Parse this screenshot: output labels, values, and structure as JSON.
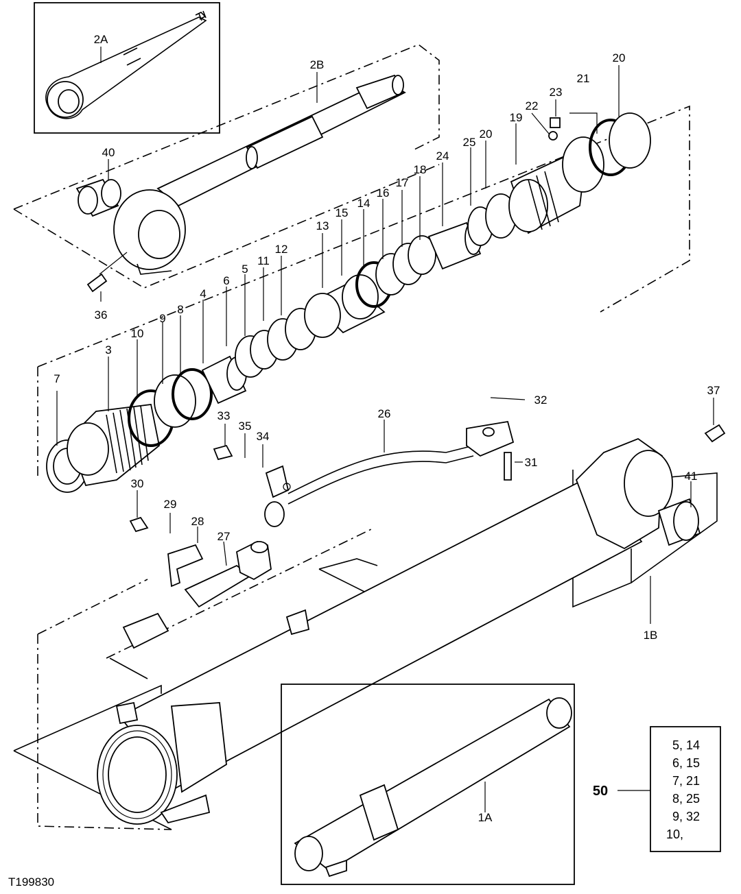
{
  "figure_id": "T199830",
  "labels": {
    "l2A": "2A",
    "l2B": "2B",
    "l40": "40",
    "l36": "36",
    "l23": "23",
    "l22": "22",
    "l21": "21",
    "l20a": "20",
    "l19": "19",
    "l20b": "20",
    "l25": "25",
    "l24": "24",
    "l18": "18",
    "l17": "17",
    "l16": "16",
    "l14": "14",
    "l15": "15",
    "l13": "13",
    "l12": "12",
    "l11": "11",
    "l5": "5",
    "l6": "6",
    "l4": "4",
    "l8": "8",
    "l9": "9",
    "l10": "10",
    "l3": "3",
    "l7": "7",
    "l26": "26",
    "l32": "32",
    "l37": "37",
    "l33": "33",
    "l35": "35",
    "l34": "34",
    "l31": "31",
    "l30": "30",
    "l29": "29",
    "l28": "28",
    "l27": "27",
    "l41": "41",
    "l1B": "1B",
    "l1A": "1A",
    "l50": "50"
  },
  "kit": {
    "rows": [
      "5, 14",
      "6, 15",
      "7, 21",
      "8, 25",
      "9, 32",
      "10,"
    ]
  }
}
